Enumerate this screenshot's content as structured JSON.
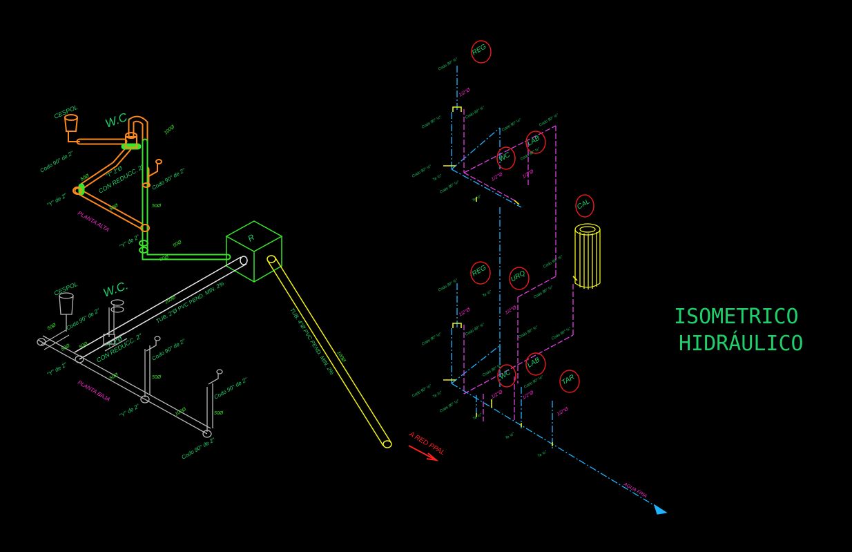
{
  "title": {
    "line1": "ISOMETRICO",
    "line2": "HIDRÁULICO"
  },
  "colors": {
    "background": "#000000",
    "sanitary_upper": "#ff8a1e",
    "pipe_green": "#39e62b",
    "pipe_gray": "#b8b8b8",
    "outline_white": "#e8e8e8",
    "drain_yellow": "#f2f21a",
    "label_green": "#1fd06a",
    "label_magenta": "#ff2bd6",
    "cold_water": "#1fb4ff",
    "hot_water": "#e040e0",
    "fixture_ring": "#e31b1b",
    "arrow_red": "#ff2020"
  },
  "sanitary": {
    "upper": {
      "wc": "W.C.",
      "cespol": "CESPOL",
      "codo_left": "Codo 90° de 2\"",
      "codo_right": "Codo 90° de 2\"",
      "tee_label": "\"T\" 2\"Ø",
      "reducc": "CON REDUCC. 2\"",
      "y_left": "\"Y\" de 2\"",
      "y_bottom": "\"Y\" de 2\"",
      "planta": "PLANTA ALTA",
      "dia_a": "50Ø",
      "dia_b": "50Ø",
      "dia_c": "50Ø",
      "dia_d": "50Ø",
      "dia_e": "100Ø",
      "dia_f": "50Ø"
    },
    "lower": {
      "wc": "W.C.",
      "cespol": "CESPOL",
      "codo_a": "Codo 90° de 2\"",
      "codo_b": "Codo 90° de 2\"",
      "codo_c": "Codo 90° de 2\"",
      "codo_d": "Codo 90° de 2\"",
      "tee_label": "\"T\" 2\"Ø",
      "reducc": "CON REDUCC. 2\"",
      "y_left": "\"Y\" de 2\"",
      "y_bottom": "\"Y\" de 2\"",
      "planta": "PLANTA BAJA",
      "dia_a": "50Ø",
      "dia_b": "50Ø",
      "dia_c": "50Ø",
      "dia_d": "50Ø",
      "dia_e": "50Ø",
      "dia_f": "100Ø",
      "dia_g": "100Ø"
    },
    "registro": "R",
    "tube_main": "TUB. 2\"Ø PVC PEND. MIN. 2%",
    "tube_drain": "TUB. 4\"Ø PVC PEND. MIN. 2%",
    "drain_dia": "100Ø",
    "red_ppal": "A RED PPAL"
  },
  "water": {
    "fixtures": {
      "reg_top": "REG",
      "wc_top": "WC",
      "lab_top": "LAB",
      "cal": "CAL",
      "reg_mid": "REG",
      "urq": "URQ",
      "wc_bot": "WC",
      "lab_bot": "LAB",
      "tar": "TAR"
    },
    "sizes": {
      "s1": "1/2\"Ø",
      "s2": "1/2\"Ø",
      "s3": "1/2\"Ø",
      "s4": "1/2\"Ø",
      "s5": "1/2\"Ø",
      "s6": "1/2\"Ø",
      "s7": "1/2\"Ø",
      "s8": "1/2\"Ø"
    },
    "codo": "Codo 90° ½\"",
    "tee": "Te ½\"",
    "agua_fria": "AGUA FRIA"
  }
}
